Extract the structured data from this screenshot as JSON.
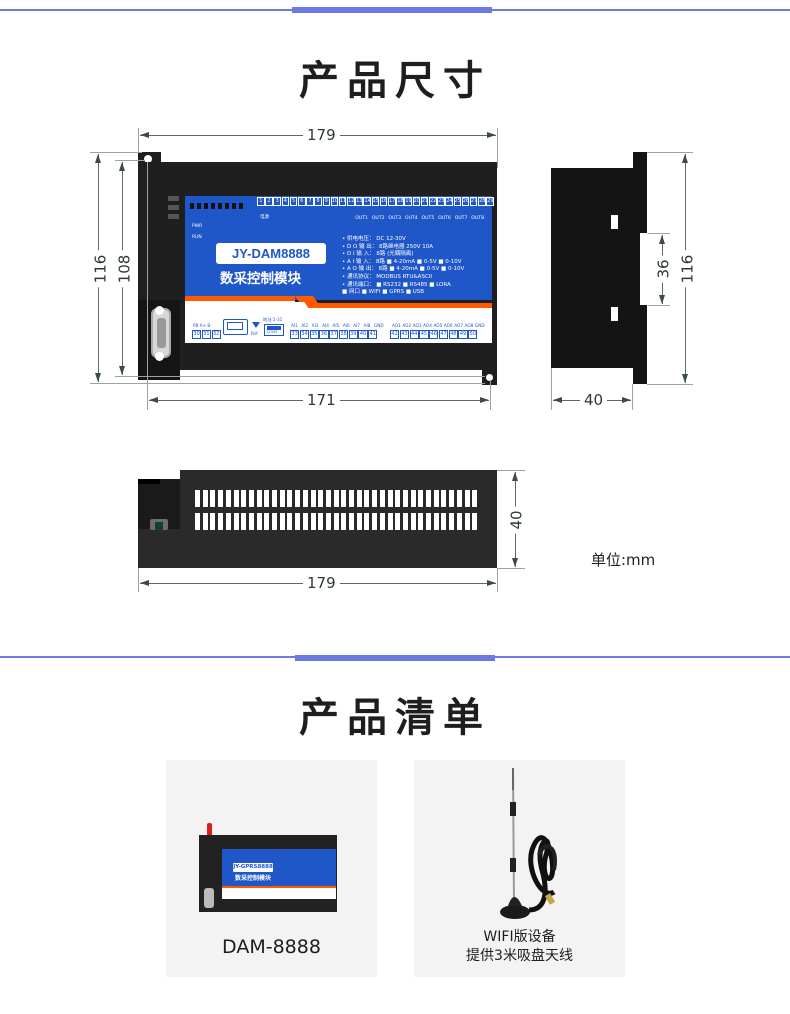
{
  "sections": [
    {
      "title": "产品尺寸"
    },
    {
      "title": "产品清单"
    }
  ],
  "accent_color": "#6b79e0",
  "dimensions": {
    "front_width_outer": "179",
    "front_width_inner": "171",
    "front_height_outer": "116",
    "front_height_inner": "108",
    "side_height": "116",
    "side_rail": "36",
    "side_depth": "40",
    "bottom_width": "179",
    "bottom_height": "40",
    "unit_label": "单位:mm"
  },
  "module": {
    "model": "JY-DAM8888",
    "subtitle": "数采控制模块",
    "panel_color": "#1f57c9",
    "accent_stripe": "#ff5a00",
    "status_labels": [
      "PWR",
      "RUN"
    ],
    "power_label": "电源",
    "top_terminals": [
      "1",
      "2",
      "3",
      "4",
      "5",
      "6",
      "7",
      "8",
      "9",
      "10",
      "11",
      "12",
      "13",
      "14",
      "15",
      "16",
      "17",
      "18",
      "19",
      "20",
      "21",
      "22",
      "23",
      "24",
      "25",
      "26",
      "27",
      "28",
      "29"
    ],
    "relay_outputs": [
      "OUT1",
      "OUT2",
      "OUT3",
      "OUT4",
      "OUT5",
      "OUT6",
      "OUT7",
      "OUT8"
    ],
    "specs": [
      "• 供电电压：  DC 12-30V",
      "• D O 输 出：  8路继电器 250V  10A",
      "• D I 输 入：  8路 (光耦隔离)",
      "• A I 输 入：  8路 ■ 4-20mA ■ 0-5V ■ 0-10V",
      "• A O 输 出：  8路 ■ 4-20mA ■ 0-5V ■ 0-10V",
      "• 通讯协议：  MODBUS  RTU&ASCII",
      "• 通讯端口：  ■ RS232  ■ RS485 ■ LORA",
      "                        ■ 网口    ■ WIFI    ■ GPRS ■ USB"
    ],
    "rs485_labels": [
      "PB",
      "A+",
      "B-"
    ],
    "rs485_terminals": [
      "30",
      "31",
      "32"
    ],
    "rst_label": "Rst",
    "address_label": "地址:1-31",
    "dip_label": "12345",
    "ai_labels": [
      "AI1",
      "AI2",
      "AI3",
      "AI4",
      "AI5",
      "AI6",
      "AI7",
      "AI8",
      "GND"
    ],
    "ai_terminals": [
      "33",
      "34",
      "35",
      "36",
      "37",
      "38",
      "39",
      "40",
      "41"
    ],
    "ao_labels": [
      "AO1",
      "AO2",
      "AO3",
      "AO4",
      "AO5",
      "AO6",
      "AO7",
      "AO8",
      "GND"
    ],
    "ao_terminals": [
      "42",
      "43",
      "44",
      "45",
      "46",
      "47",
      "48",
      "49",
      "50"
    ]
  },
  "product_list": [
    {
      "caption": "DAM-8888",
      "mini_model": "JY-GPRS8888",
      "mini_subtitle": "数采控制模块"
    },
    {
      "caption_line1": "WIFI版设备",
      "caption_line2": "提供3米吸盘天线"
    }
  ]
}
